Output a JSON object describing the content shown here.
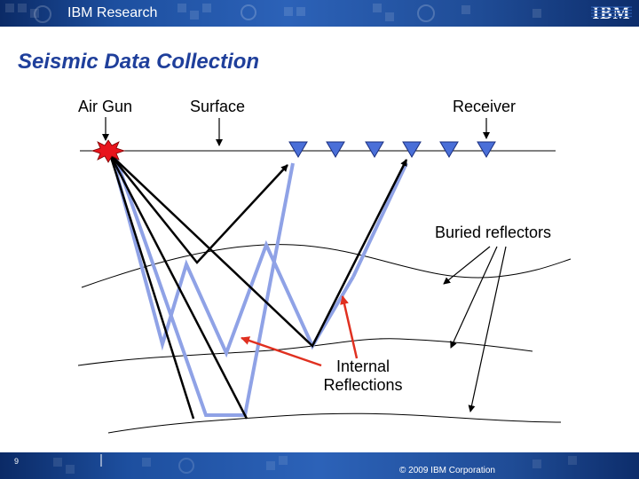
{
  "header": {
    "title": "IBM Research",
    "logo_text": "IBM"
  },
  "slide": {
    "title": "Seismic Data Collection"
  },
  "labels": {
    "air_gun": "Air Gun",
    "surface": "Surface",
    "receiver": "Receiver",
    "buried_reflectors": "Buried reflectors",
    "internal_reflections_line1": "Internal",
    "internal_reflections_line2": "Reflections"
  },
  "footer": {
    "page_number": "9",
    "copyright": "© 2009 IBM Corporation"
  },
  "colors": {
    "title": "#1f3f9b",
    "header_bar": "#1d4f9f",
    "receiver_triangle": "#4a6fd8",
    "blue_ray": "#8fa2e6",
    "black_ray": "#000000",
    "annotation_arrow": "#e03020",
    "air_gun_burst": "#e8141c"
  }
}
